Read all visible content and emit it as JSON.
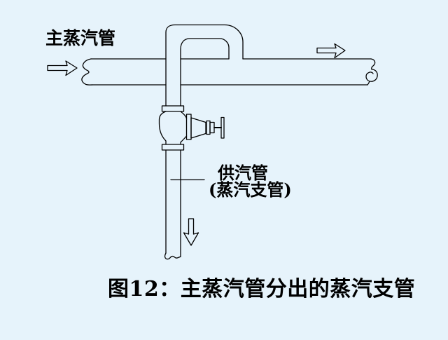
{
  "colors": {
    "background": "#e6f3fb",
    "line": "#000000",
    "text": "#000000"
  },
  "labels": {
    "main_pipe": "主蒸汽管",
    "supply_pipe": "供汽管",
    "supply_pipe_paren": "(蒸汽支管)",
    "caption": "图12：主蒸汽管分出的蒸汽支管"
  },
  "icons": {
    "inlet_flow": "arrow-right",
    "outlet_flow": "arrow-right",
    "branch_flow": "arrow-down",
    "valve": "globe-valve-with-handwheel",
    "pipe_break": "broken-pipe-squiggle"
  }
}
